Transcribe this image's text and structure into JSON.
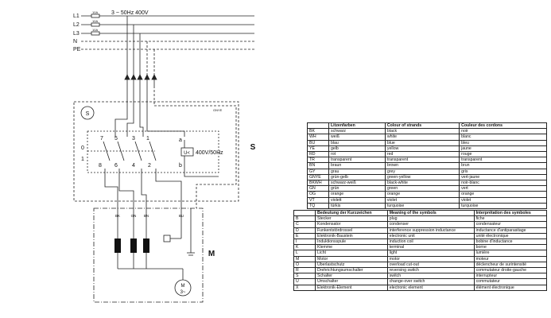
{
  "lines": {
    "L1": "L1",
    "L2": "L2",
    "L3": "L3",
    "N": "N",
    "PE": "PE",
    "fuse": "10A",
    "supply": "3 ~ 50Hz 400V"
  },
  "switch_box": {
    "label": "S",
    "side_label": "S",
    "note": "GNYE",
    "positions": [
      "0",
      "1"
    ],
    "top_terminals": [
      "7",
      "5",
      "3",
      "1"
    ],
    "bottom_terminals": [
      "8",
      "6",
      "4",
      "2"
    ],
    "coil_terms": [
      "a",
      "b"
    ],
    "coil_symbol": "U<",
    "coil_voltage": "400V/50Hz"
  },
  "motor_box": {
    "label": "M",
    "wires": [
      "BK",
      "GN",
      "BN",
      "BU"
    ],
    "motor_top": "M",
    "motor_bottom": "3~"
  },
  "colors_table": {
    "headers": [
      "",
      "Litzenfarben",
      "Colour of strands",
      "Couleur des cordons"
    ],
    "rows": [
      [
        "BK",
        "schwarz",
        "black",
        "noir"
      ],
      [
        "WH",
        "weiß",
        "white",
        "blanc"
      ],
      [
        "BU",
        "blau",
        "blue",
        "bleu"
      ],
      [
        "YE",
        "gelb",
        "yellow",
        "jaune"
      ],
      [
        "RD",
        "rot",
        "red",
        "rouge"
      ],
      [
        "TR",
        "transparent",
        "transparent",
        "transparent"
      ],
      [
        "BN",
        "braun",
        "brown",
        "brun"
      ],
      [
        "GY",
        "grau",
        "grey",
        "gris"
      ],
      [
        "GNYE",
        "grün-gelb",
        "green-yellow",
        "vert-jaune"
      ],
      [
        "BKWH",
        "schwarz-weiß",
        "black-white",
        "noir-blanc"
      ],
      [
        "GN",
        "grün",
        "green",
        "vert"
      ],
      [
        "OG",
        "orange",
        "orange",
        "orange"
      ],
      [
        "VT",
        "violett",
        "violet",
        "violet"
      ],
      [
        "TQ",
        "türkis",
        "turquoise",
        "turquoise"
      ]
    ]
  },
  "symbols_table": {
    "headers": [
      "",
      "Bedeutung der Kurzzeichen",
      "Meaning of the symbols",
      "Interprétation des symboles"
    ],
    "rows": [
      [
        "B",
        "Stecker",
        "plug",
        "fiche"
      ],
      [
        "C",
        "Kondensator",
        "condenser",
        "condensateur"
      ],
      [
        "D",
        "Funkentstördrossel",
        "interference suppression inductance",
        "inductance d'antiparasitage"
      ],
      [
        "E",
        "Elektronik-Baustein",
        "electronic unit",
        "unité électronique"
      ],
      [
        "I",
        "Induktionsspule",
        "induction coil",
        "bobine d'inductance"
      ],
      [
        "K",
        "Klemme",
        "terminal",
        "borne"
      ],
      [
        "L",
        "Licht",
        "light",
        "lumière"
      ],
      [
        "M",
        "Motor",
        "motor",
        "moteur"
      ],
      [
        "O",
        "Überlastschutz",
        "overload cut-out",
        "déclencheur de surintensité"
      ],
      [
        "R",
        "Drehrichtungsumschalter",
        "reversing switch",
        "commutateur droite-gauche"
      ],
      [
        "S",
        "Schalter",
        "switch",
        "interrupteur"
      ],
      [
        "U",
        "Umschalter",
        "change-over switch",
        "commutateur"
      ],
      [
        "X",
        "Elektronik-Element",
        "electronic element",
        "élément électronique"
      ]
    ]
  }
}
